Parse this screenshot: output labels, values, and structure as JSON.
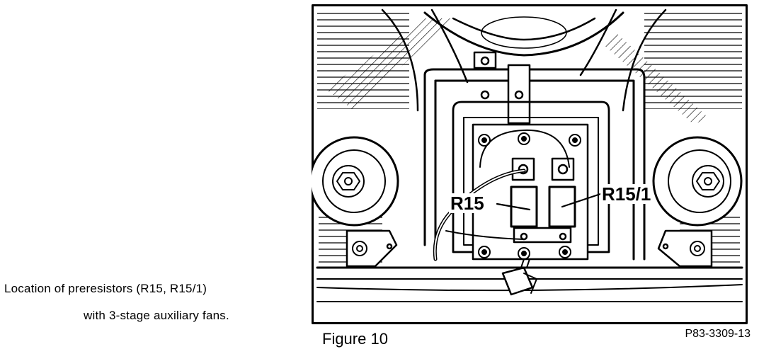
{
  "caption": {
    "line1": "Location of preresistors (R15, R15/1)",
    "line2": "with 3-stage auxiliary fans."
  },
  "figure": {
    "label": "Figure 10",
    "code": "P83-3309-13",
    "callouts": {
      "r15": "R15",
      "r15_1": "R15/1"
    }
  }
}
